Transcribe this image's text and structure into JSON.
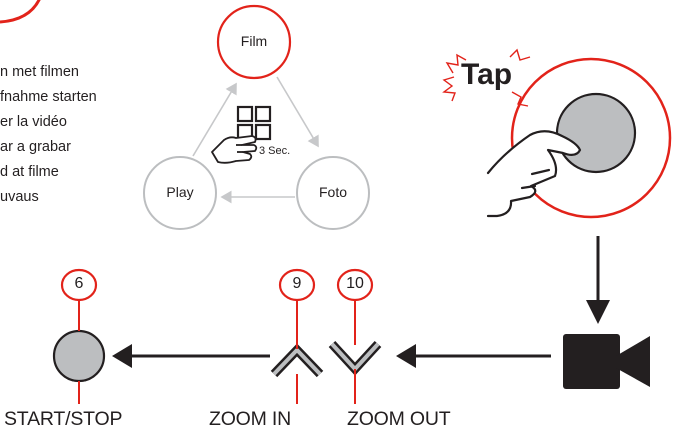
{
  "instructions": {
    "lines": [
      "n met filmen",
      "fnahme starten",
      "er la vidéo",
      "ar a grabar",
      "d at filme",
      "uvaus"
    ]
  },
  "mode_cycle": {
    "film_label": "Film",
    "foto_label": "Foto",
    "play_label": "Play",
    "hold_label": "3 Sec."
  },
  "tap": {
    "label": "Tap"
  },
  "controls": {
    "start_stop": {
      "number": "6",
      "caption": "START/STOP"
    },
    "zoom_in": {
      "number": "9",
      "caption": "ZOOM IN"
    },
    "zoom_out": {
      "number": "10",
      "caption": "ZOOM OUT"
    }
  },
  "colors": {
    "accent_red": "#e2231a",
    "ink": "#231f20",
    "gray_fill": "#bcbec0",
    "light_gray": "#bcbec0"
  }
}
